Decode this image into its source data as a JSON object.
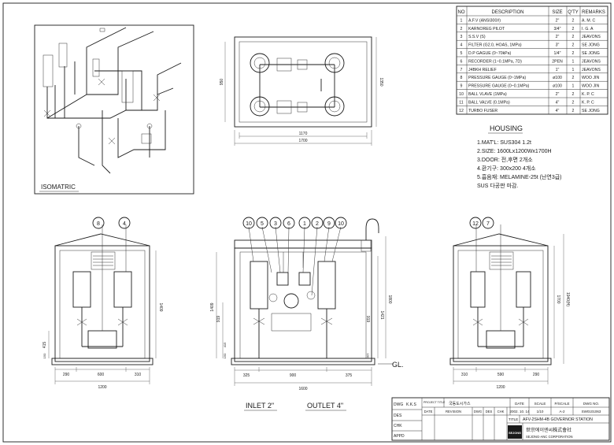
{
  "parts_table": {
    "headers": [
      "NO",
      "DESCRIPTION",
      "SIZE",
      "Q'TY",
      "REMARKS"
    ],
    "rows": [
      [
        "1",
        "A.F.V (ANSI300#)",
        "2\"",
        "2",
        "A. M. C"
      ],
      [
        "2",
        "KARNOREG PILOT",
        "3/4\"",
        "2",
        "I. G. A"
      ],
      [
        "3",
        "S.S.V (S)",
        "2\"",
        "2",
        "JEAVONS"
      ],
      [
        "4",
        "FILTER (G2.0, HOAS, 1MPa)",
        "3\"",
        "2",
        "SE JONG"
      ],
      [
        "5",
        "D.P GAGUE (0~70kPa)",
        "1/4\"",
        "2",
        "SE JONG"
      ],
      [
        "6",
        "RECORDER (1~0.1MPa, 7D)",
        "2PEN",
        "1",
        "JEAVONS"
      ],
      [
        "7",
        "J4BKH RELIEF",
        "1\"",
        "1",
        "JEAVONS"
      ],
      [
        "8",
        "PRESSURE GAUGE (0~1MPa)",
        "ø100",
        "2",
        "WOO JIN"
      ],
      [
        "9",
        "PRESSURE GAUGE (0~0.1MPa)",
        "ø100",
        "1",
        "WOO JIN"
      ],
      [
        "10",
        "BALL VLAVE (1MPa)",
        "2\"",
        "2",
        "K. P. C"
      ],
      [
        "11",
        "BALL VALVE (0.1MPa)",
        "4\"",
        "2",
        "K. P. C"
      ],
      [
        "12",
        "TURBO FUSER",
        "4\"",
        "2",
        "SE JONG"
      ]
    ]
  },
  "housing": {
    "title": "HOUSING",
    "lines": [
      "1.MAT'L: SUS304 1.2t",
      "2.SIZE: 1600Lx1200Wx1700H",
      "3.DOOR: 전,후면 2개소",
      "4.환기구: 300x200 4개소",
      "5.흡음재: MELAMINE-25t (난연3급)",
      "SUS 다공판 마감."
    ]
  },
  "isometric_label": "ISOMATRIC",
  "plan_view": {
    "dim_width_inner": "1170",
    "dim_width_outer": "1700",
    "dim_height_inner": "950",
    "dim_height_outer": "1350"
  },
  "left_view": {
    "balloons": [
      "8",
      "4"
    ],
    "dims_bottom": [
      "290",
      "600",
      "310"
    ],
    "dim_total": "1200",
    "dims_side": [
      "1409",
      "415",
      "150"
    ]
  },
  "front_view": {
    "balloons": [
      "10",
      "5",
      "3",
      "6",
      "1",
      "2",
      "9",
      "10"
    ],
    "dims_bottom": [
      "325",
      "900",
      "375"
    ],
    "dim_total": "1600",
    "dims_left": [
      "1409",
      "919",
      "415",
      "150"
    ],
    "dims_right": [
      "1800",
      "1421",
      "919",
      "150"
    ],
    "ground_label": "GL.",
    "inlet_label": "INLET 2\"",
    "outlet_label": "OUTLET 4\""
  },
  "right_view": {
    "balloons": [
      "12",
      "7"
    ],
    "dims_bottom": [
      "310",
      "590",
      "290"
    ],
    "dim_total": "1200",
    "dims_side": [
      "1700",
      "1940(H)"
    ]
  },
  "title_block": {
    "dwg_label": "DWG",
    "dwg_value": "K.K.S",
    "des_label": "DES",
    "chk_label": "CHK",
    "appd_label": "APPD",
    "project_title_label": "PROJECT TITLE",
    "project_title_value": "국동도시가스",
    "date_label": "DATE",
    "date_value": "2002. 10. 14",
    "scale_label": "SCALE",
    "scale_value": "1/10",
    "pscale_label": "P/SCALE",
    "pscale_value": "A-2",
    "dwgno_label": "DWG NO.",
    "dwgno_value": "SW0101063",
    "rev_cols": [
      "DATE",
      "REVISION",
      "DWG",
      "DES",
      "CHK"
    ],
    "title_label": "TITLE",
    "title_value": "AFV-2SHM-4B GOVERNOR STATION",
    "company_logo": "SEJONG",
    "company_kor": "世宗에이엔씨株式會社",
    "company_eng": "SEJONG-ANC CORPORATION"
  }
}
